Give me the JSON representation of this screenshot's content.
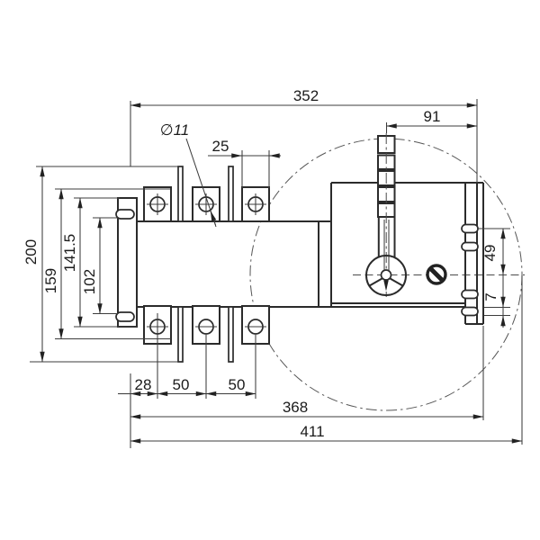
{
  "drawing": {
    "type": "technical-dimension-drawing",
    "subject": "switch-disconnector side view with handle swing circle",
    "units_implied": "mm",
    "dims": {
      "top_width": "352",
      "handle_offset": "91",
      "terminal_pad_width": "25",
      "hole_diameter": "∅11",
      "overall_height": "200",
      "mounting_plate_height": "159",
      "bracket_height": "141.5",
      "hook_spacing": "102",
      "first_terminal_offset": "28",
      "terminal_pitch_1": "50",
      "terminal_pitch_2": "50",
      "body_width": "368",
      "overall_width": "411",
      "notch_offset": "49",
      "notch_width": "7"
    },
    "line_color": "#2b2b2b",
    "background": "#ffffff"
  }
}
